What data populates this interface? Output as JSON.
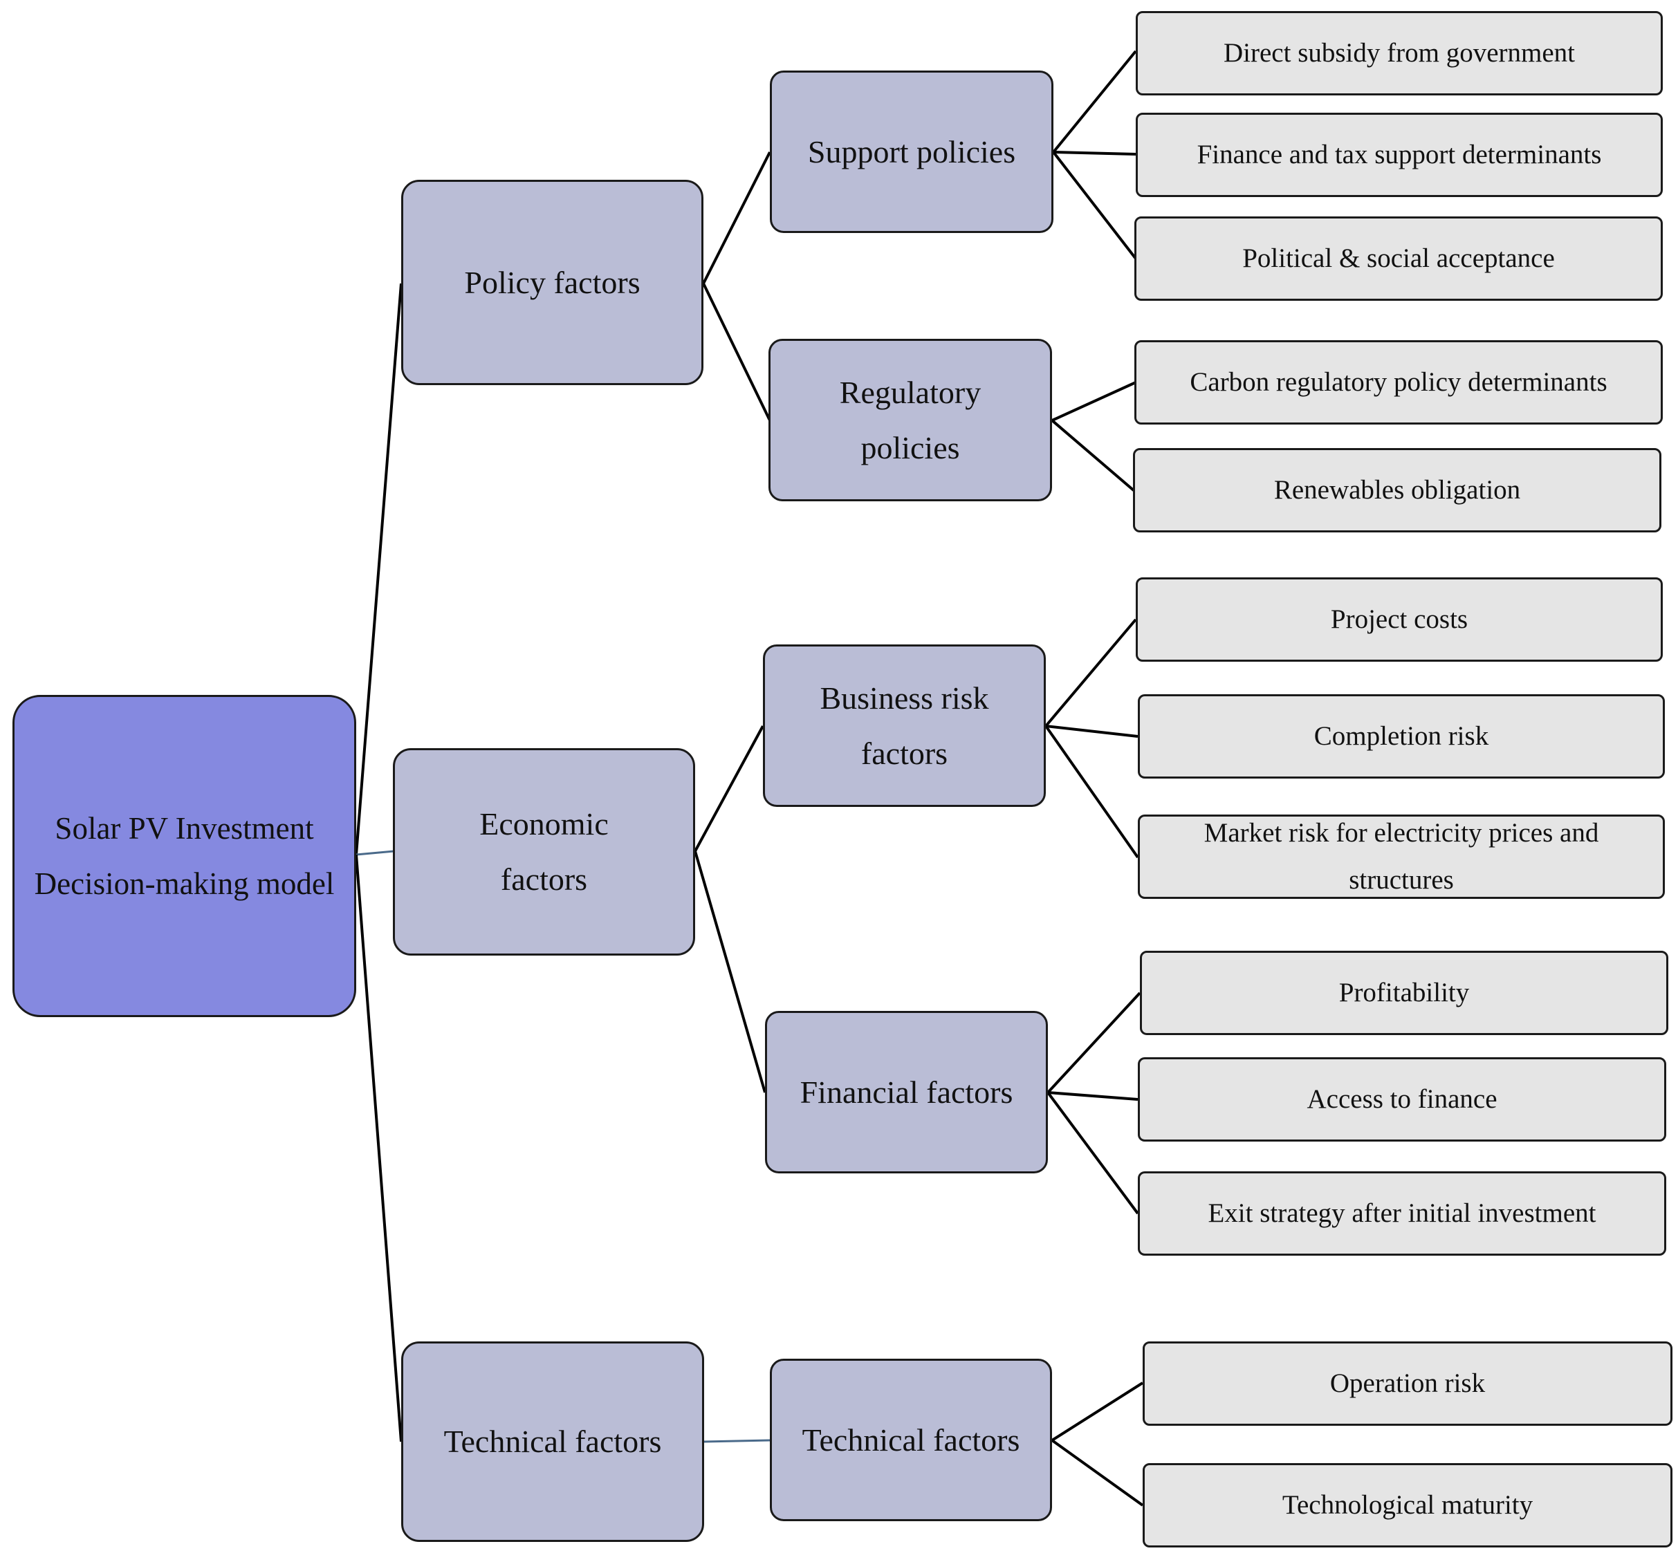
{
  "root": "Solar PV Investment Decision-making model",
  "policy": {
    "label": "Policy factors",
    "support": {
      "label": "Support policies",
      "items": [
        "Direct subsidy from government",
        "Finance and tax support determinants",
        "Political & social acceptance"
      ]
    },
    "regulatory": {
      "label": "Regulatory policies",
      "items": [
        "Carbon regulatory policy determinants",
        "Renewables obligation"
      ]
    }
  },
  "economic": {
    "label": "Economic factors",
    "business": {
      "label": "Business risk factors",
      "items": [
        "Project costs",
        "Completion risk",
        "Market risk for electricity prices and structures"
      ]
    },
    "financial": {
      "label": "Financial factors",
      "items": [
        "Profitability",
        "Access to finance",
        "Exit strategy after initial investment"
      ]
    }
  },
  "technical": {
    "label": "Technical factors",
    "sub": {
      "label": "Technical factors",
      "items": [
        "Operation risk",
        "Technological maturity"
      ]
    }
  }
}
